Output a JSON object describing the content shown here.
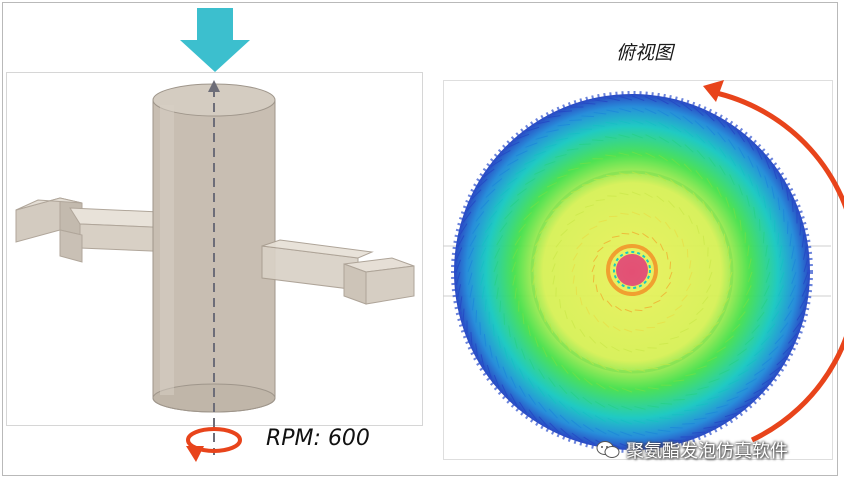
{
  "caption": {
    "top_view": "俯视图"
  },
  "rpm": {
    "label": "RPM: 600"
  },
  "watermark": {
    "text": "聚氨酯发泡仿真软件"
  },
  "colors": {
    "inflow_arrow": "#3cbfce",
    "rotation_arrow": "#e8441b",
    "cylinder": "#c8beb2",
    "vector_low": "#1f3fbf",
    "vector_mid": "#17d3b8",
    "vector_high": "#d9ef35",
    "vector_core": "#e03a7a"
  },
  "icons": [
    "inflow-arrow-icon",
    "rotation-icon",
    "rotation-direction-icon",
    "wechat-icon"
  ]
}
